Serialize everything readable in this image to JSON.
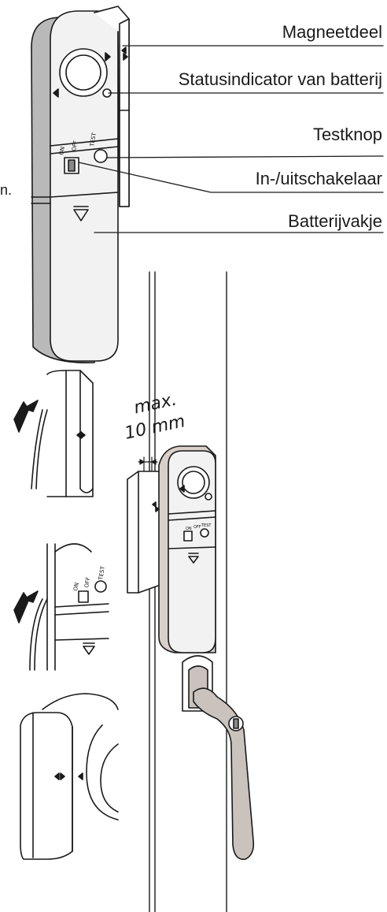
{
  "labels": {
    "magnet_part": "Magneetdeel",
    "battery_indicator": "Statusindicator van batterij",
    "test_button": "Testknop",
    "on_off_switch": "In-/uitschakelaar",
    "battery_compartment": "Batterijvakje",
    "cut_off_fragment": "n."
  },
  "dimension": {
    "line1": "max.",
    "line2": "10 mm"
  },
  "device_markings": {
    "on": "ON",
    "off": "OFF",
    "test": "TEST"
  },
  "colors": {
    "line": "#1a1a1a",
    "device_body": "#f2f2f2",
    "device_side": "#b9b9b9",
    "highlight_tint": "#d9cfc9",
    "handle": "#c9c2bd"
  }
}
